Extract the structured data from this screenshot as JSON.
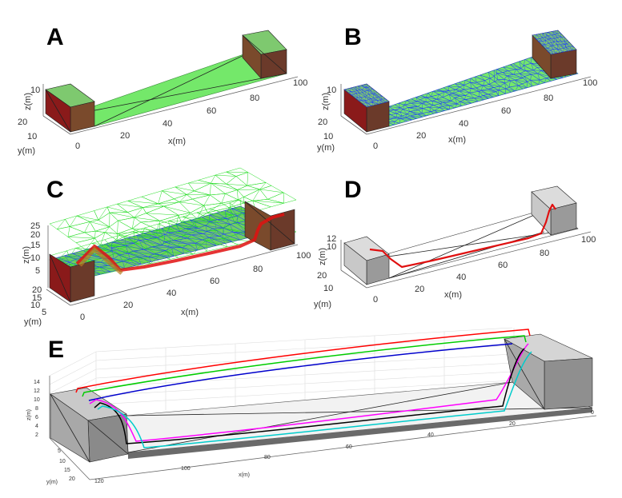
{
  "panels": [
    {
      "id": "A",
      "label": "A",
      "xticks": [
        "0",
        "20",
        "40",
        "60",
        "80",
        "100"
      ],
      "yticks": [
        "10",
        "20"
      ],
      "zticks": [
        "10"
      ],
      "xlabel": "x(m)",
      "ylabel": "y(m)",
      "zlabel": "z(m)"
    },
    {
      "id": "B",
      "label": "B",
      "xticks": [
        "0",
        "20",
        "40",
        "60",
        "80",
        "100"
      ],
      "yticks": [
        "10",
        "20"
      ],
      "zticks": [
        "10"
      ],
      "xlabel": "x(m)",
      "ylabel": "y(m)",
      "zlabel": "z(m)"
    },
    {
      "id": "C",
      "label": "C",
      "xticks": [
        "0",
        "20",
        "40",
        "60",
        "80",
        "100"
      ],
      "yticks": [
        "5",
        "10",
        "15",
        "20"
      ],
      "zticks": [
        "5",
        "10",
        "15",
        "20",
        "25"
      ],
      "xlabel": "x(m)",
      "ylabel": "y(m)",
      "zlabel": "z(m)"
    },
    {
      "id": "D",
      "label": "D",
      "xticks": [
        "0",
        "20",
        "40",
        "60",
        "80",
        "100"
      ],
      "yticks": [
        "10",
        "20"
      ],
      "zticks": [
        "10",
        "12"
      ],
      "xlabel": "x(m)",
      "ylabel": "y(m)",
      "zlabel": "z(m)"
    },
    {
      "id": "E",
      "label": "E",
      "xticks": [
        "120",
        "100",
        "80",
        "60",
        "40",
        "20",
        "0"
      ],
      "yticks": [
        "5",
        "10",
        "15",
        "20"
      ],
      "zticks": [
        "2",
        "4",
        "6",
        "8",
        "10",
        "12",
        "14"
      ],
      "xlabel": "x(m)",
      "ylabel": "y(m)",
      "zlabel": "z(m)"
    }
  ],
  "colors": {
    "floor_green": "#74e86a",
    "box_brown": "#6b3a2a",
    "box_red": "#8a1a1a",
    "mesh_blue": "#1f3cff",
    "mesh_green": "#22dd22",
    "path_red": "#e01010",
    "box_gray": "#9a9a9a"
  },
  "path_colors": [
    "#ff0000",
    "#00cc00",
    "#0000cc",
    "#ff00ff",
    "#000000",
    "#00cccc"
  ]
}
